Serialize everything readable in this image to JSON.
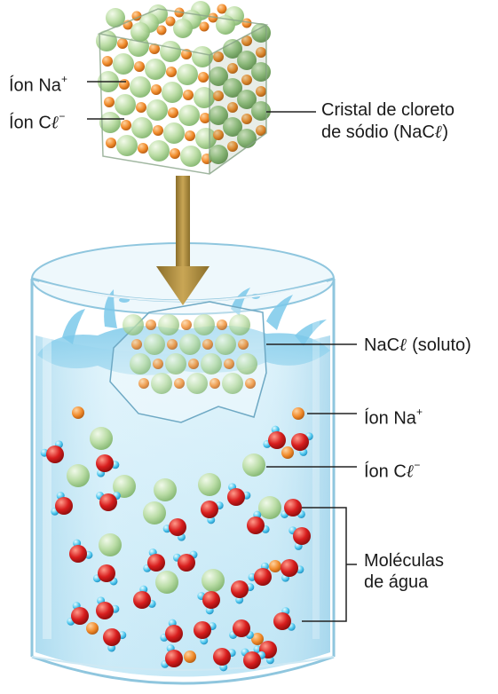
{
  "labels": {
    "crystal_ion_na": {
      "text": "Íon Na",
      "charge": "+"
    },
    "crystal_ion_cl": {
      "text": "Íon C",
      "ell": "ℓ",
      "charge": "−"
    },
    "crystal": {
      "line1": "Cristal de cloreto",
      "line2_pre": "de sódio (NaC",
      "ell": "ℓ",
      "line2_post": ")"
    },
    "solute": {
      "pre": "NaC",
      "ell": "ℓ",
      "post": " (soluto)"
    },
    "solution_ion_na": {
      "text": "Íon Na",
      "charge": "+"
    },
    "solution_ion_cl": {
      "text": "Íon C",
      "ell": "ℓ",
      "charge": "−"
    },
    "water": {
      "line1": "Moléculas",
      "line2": "de água"
    }
  },
  "colors": {
    "sodium": "#f08a2a",
    "chloride": "#b9dca2",
    "oxygen": "#d81e1e",
    "hydrogen": "#4ec7ef",
    "water_top": "#dff3fb",
    "water_bottom": "#b5e1f3",
    "arrow": "#a88a3c",
    "leader_line": "#222222"
  }
}
